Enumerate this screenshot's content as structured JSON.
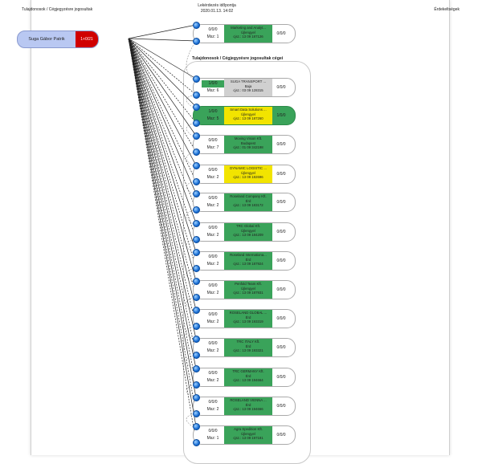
{
  "header": {
    "left": "Tulajdonosok / Cégjegyzésre jogosultak",
    "mid_title": "Lekérdezés időpontja",
    "mid_date": "2020.01.13. 14:02",
    "right": "Érdekeltségek"
  },
  "person": {
    "name": "Suga Gábor Patrik",
    "badge": "1+0/21"
  },
  "group_label": "Tulajdonosok / Cégjegyzésre jogosultak cégei",
  "colors": {
    "green": "#3aa35a",
    "yellow": "#f2e400",
    "red": "#d00000",
    "blue": "#b9c8f2",
    "grey": "#d0d0d0"
  },
  "nodes": [
    {
      "top": "0/0/0",
      "bottom": "Msz: 1",
      "l1": "Marketing and Analyt...",
      "l2": "Újlengyel",
      "l3": "cjsz.: 13 09 187126",
      "right": "0/0/0",
      "info": "green",
      "hl": false,
      "g": false
    },
    {
      "top": "1/0/0",
      "bottom": "Msz: 6",
      "l1": "SUGA TRANSPORT ...",
      "l2": "Baja",
      "l3": "cjsz.: 03 09 128315",
      "right": "0/0/0",
      "info": "grey",
      "hl": false,
      "g": true
    },
    {
      "top": "1/0/0",
      "bottom": "Msz: 5",
      "l1": "Smart Data Solutions ...",
      "l2": "Újlengyel",
      "l3": "cjsz.: 13 09 187260",
      "right": "1/0/0",
      "info": "yellow",
      "hl": true,
      "g": true
    },
    {
      "top": "0/0/0",
      "bottom": "Msz: 7",
      "l1": "Moving Vision Kft.",
      "l2": "Budapest",
      "l3": "cjsz.: 01 09 342198",
      "right": "0/0/0",
      "info": "green",
      "hl": false,
      "g": false
    },
    {
      "top": "0/0/0",
      "bottom": "Msz: 2",
      "l1": "DYNAMIC LOGISTIC ...",
      "l2": "Újlengyel",
      "l3": "cjsz.: 13 09 182696",
      "right": "0/0/0",
      "info": "yellow",
      "hl": false,
      "g": false
    },
    {
      "top": "0/0/0",
      "bottom": "Msz: 2",
      "l1": "Roseland Company Kft.",
      "l2": "Érd",
      "l3": "cjsz.: 13 09 183172",
      "right": "0/0/0",
      "info": "green",
      "hl": false,
      "g": false
    },
    {
      "top": "0/0/0",
      "bottom": "Msz: 2",
      "l1": "TRC Global Kft.",
      "l2": "Újlengyel",
      "l3": "cjsz.: 13 09 184209",
      "right": "0/0/0",
      "info": "green",
      "hl": false,
      "g": false
    },
    {
      "top": "0/0/0",
      "bottom": "Msz: 2",
      "l1": "Roseland Internationa...",
      "l2": "Érd",
      "l3": "cjsz.: 13 09 187924",
      "right": "0/0/0",
      "info": "green",
      "hl": false,
      "g": false
    },
    {
      "top": "0/0/0",
      "bottom": "Msz: 2",
      "l1": "Penfold Team Kft.",
      "l2": "Újlengyel",
      "l3": "cjsz.: 13 09 187931",
      "right": "0/0/0",
      "info": "green",
      "hl": false,
      "g": false
    },
    {
      "top": "0/0/0",
      "bottom": "Msz: 2",
      "l1": "ROSELAND GLOBAL ...",
      "l2": "Érd",
      "l3": "cjsz.: 13 09 193319",
      "right": "0/0/0",
      "info": "green",
      "hl": false,
      "g": false
    },
    {
      "top": "0/0/0",
      "bottom": "Msz: 2",
      "l1": "TRC ITALY Kft.",
      "l2": "Érd",
      "l3": "cjsz.: 13 09 193321",
      "right": "0/0/0",
      "info": "green",
      "hl": false,
      "g": false
    },
    {
      "top": "0/0/0",
      "bottom": "Msz: 2",
      "l1": "TRC GERMANY Kft.",
      "l2": "Érd",
      "l3": "cjsz.: 13 09 194664",
      "right": "0/0/0",
      "info": "green",
      "hl": false,
      "g": false
    },
    {
      "top": "0/0/0",
      "bottom": "Msz: 2",
      "l1": "ROSELAND VIENNA ...",
      "l2": "Érd",
      "l3": "cjsz.: 13 09 194666",
      "right": "0/0/0",
      "info": "green",
      "hl": false,
      "g": false
    },
    {
      "top": "0/0/0",
      "bottom": "Msz: 1",
      "l1": "Agra Spedition Kft.",
      "l2": "Újlengyel",
      "l3": "cjsz.: 13 09 197181",
      "right": "0/0/0",
      "info": "green",
      "hl": false,
      "g": false
    }
  ]
}
